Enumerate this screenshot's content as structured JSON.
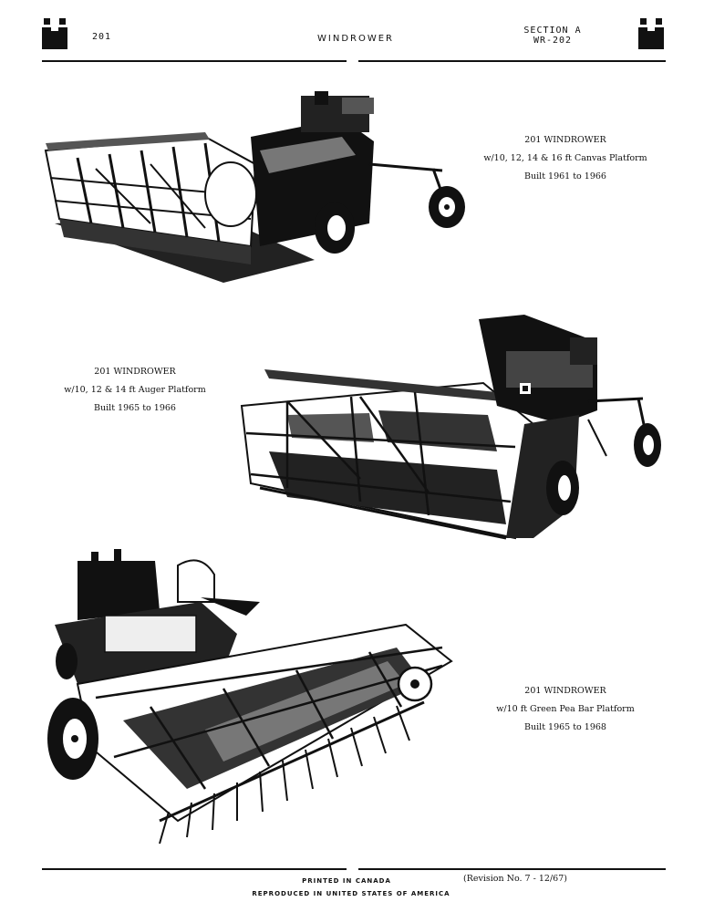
{
  "header": {
    "page_number": "201",
    "title": "WINDROWER",
    "section_line1": "SECTION A",
    "section_line2": "WR-202"
  },
  "figures": [
    {
      "caption_line1": "201 WINDROWER",
      "caption_line2": "w/10, 12, 14 & 16 ft Canvas Platform",
      "caption_line3": "Built 1961 to 1966"
    },
    {
      "caption_line1": "201 WINDROWER",
      "caption_line2": "w/10, 12 & 14 ft Auger Platform",
      "caption_line3": "Built 1965 to 1966"
    },
    {
      "caption_line1": "201 WINDROWER",
      "caption_line2": "w/10 ft Green Pea Bar Platform",
      "caption_line3": "Built 1965 to 1968"
    }
  ],
  "footer": {
    "printed": "PRINTED IN CANADA",
    "revision": "(Revision No. 7 - 12/67)",
    "reproduced": "REPRODUCED IN UNITED STATES OF AMERICA"
  },
  "colors": {
    "ink": "#111111",
    "paper": "#ffffff"
  }
}
